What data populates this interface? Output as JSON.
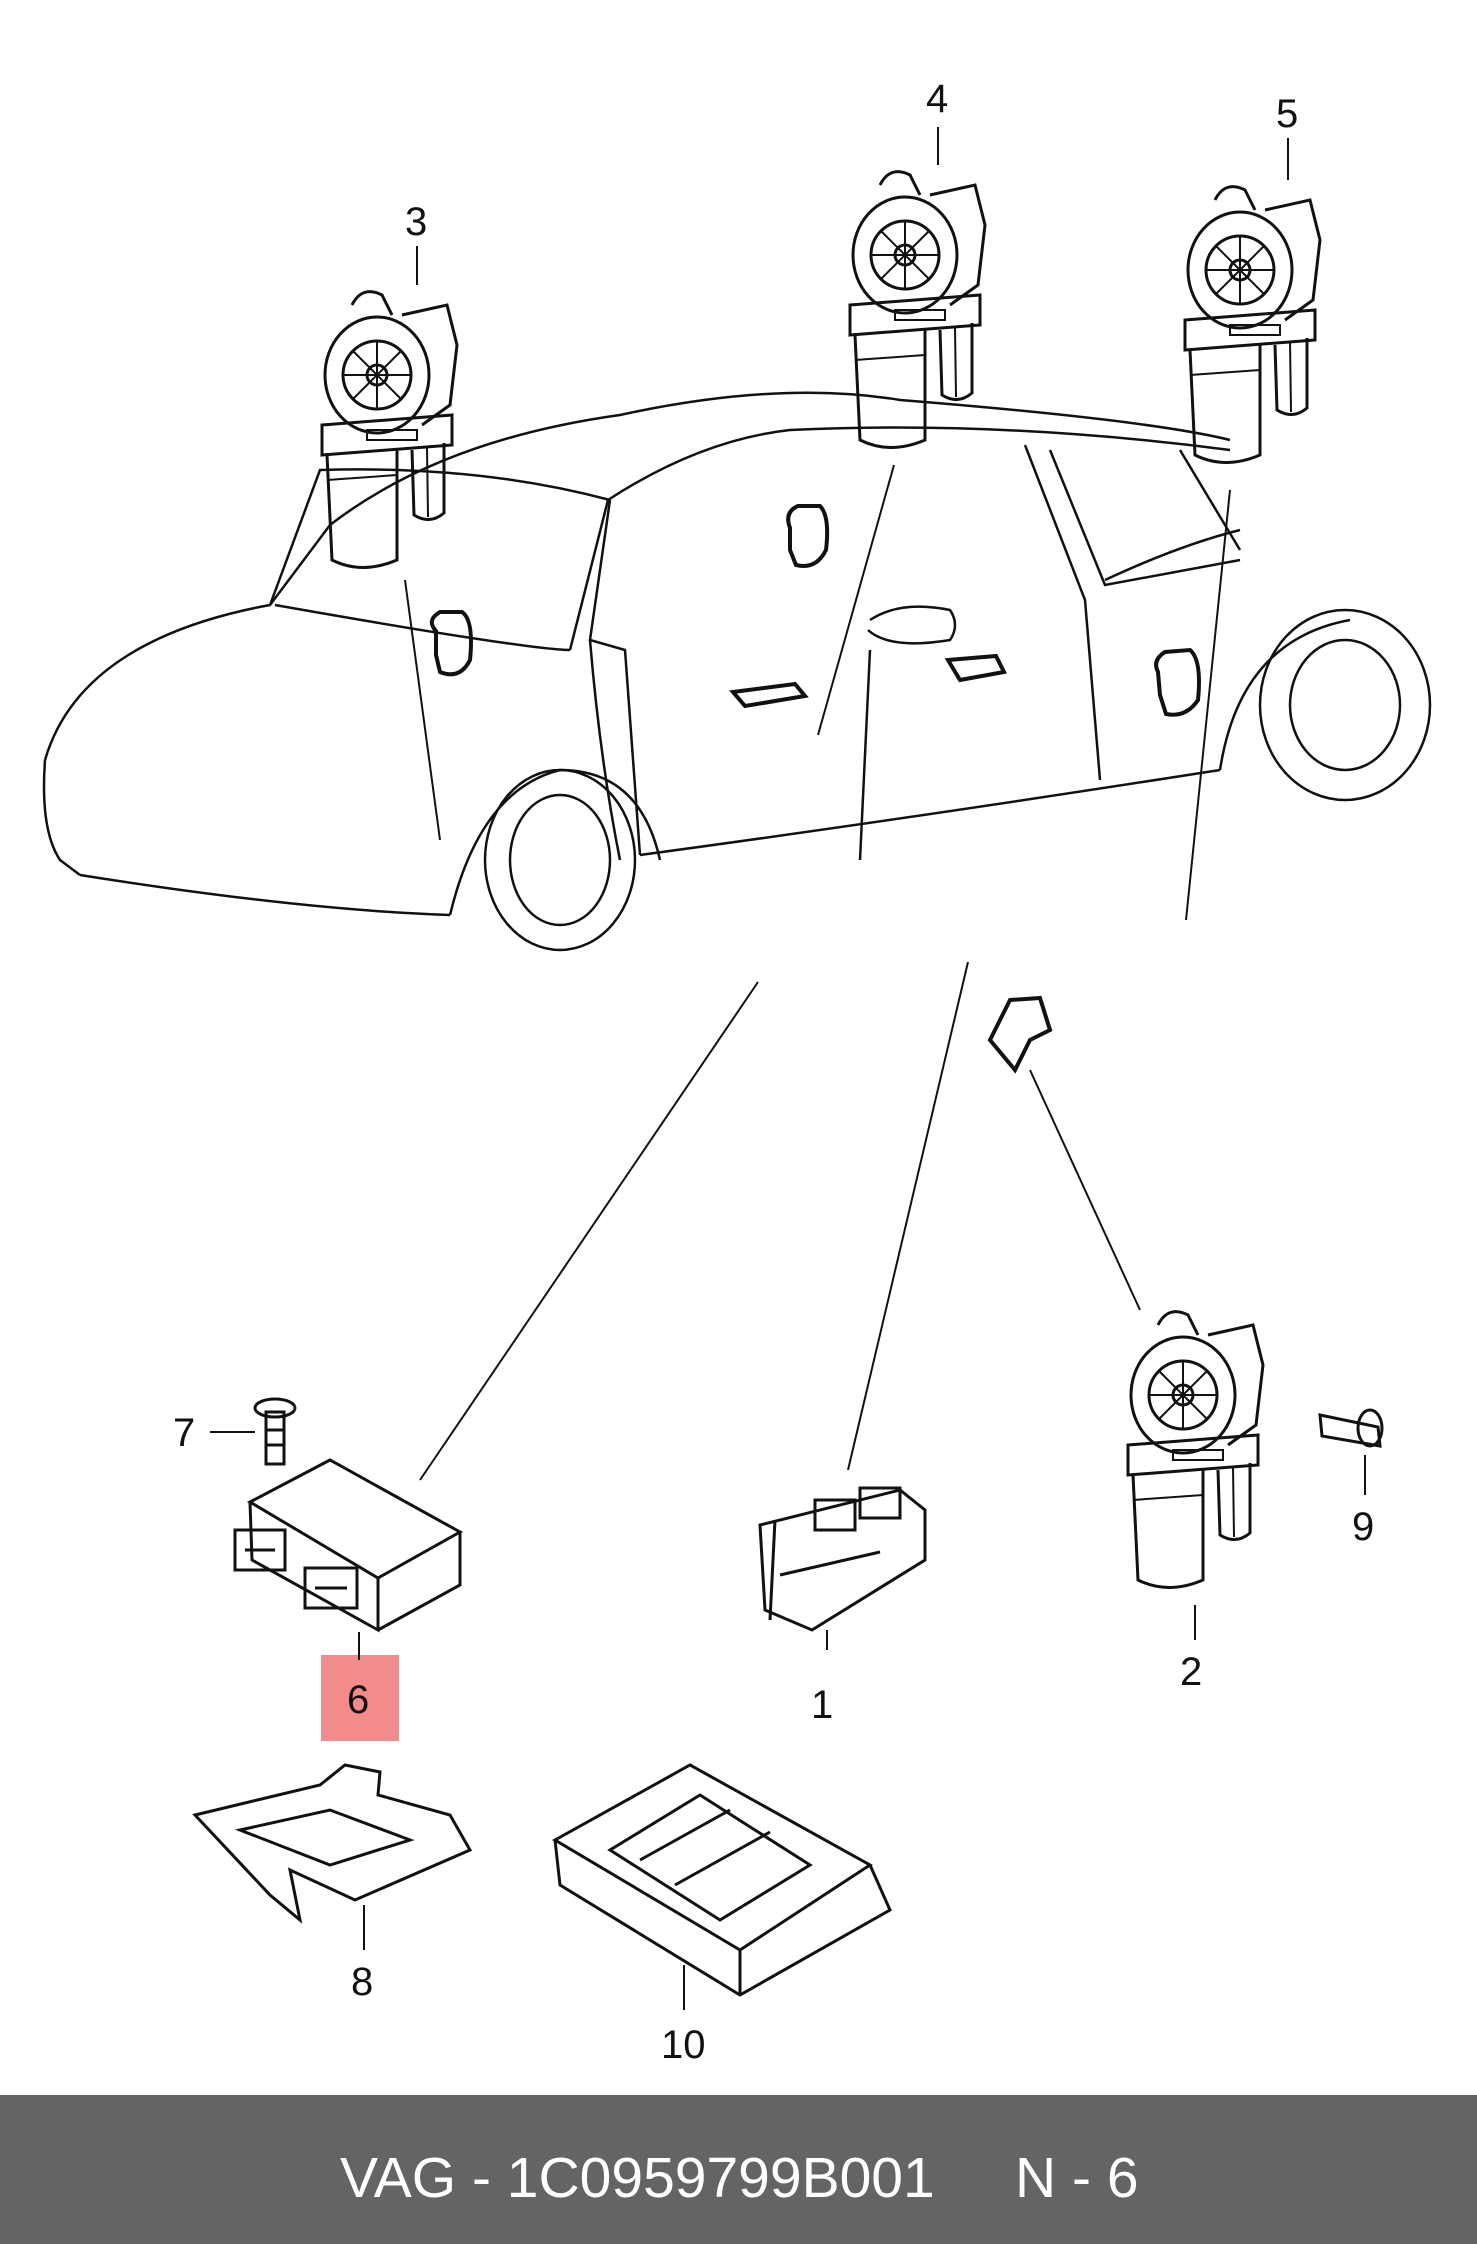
{
  "diagram": {
    "callouts": [
      "1",
      "2",
      "3",
      "4",
      "5",
      "6",
      "7",
      "8",
      "9",
      "10"
    ],
    "highlighted_callout": "6",
    "highlight_color": "#f28b8b",
    "line_color": "#111111"
  },
  "footer": {
    "part_text": "VAG - 1C0959799B001",
    "item_text": "N - 6",
    "background_color": "#646464"
  }
}
